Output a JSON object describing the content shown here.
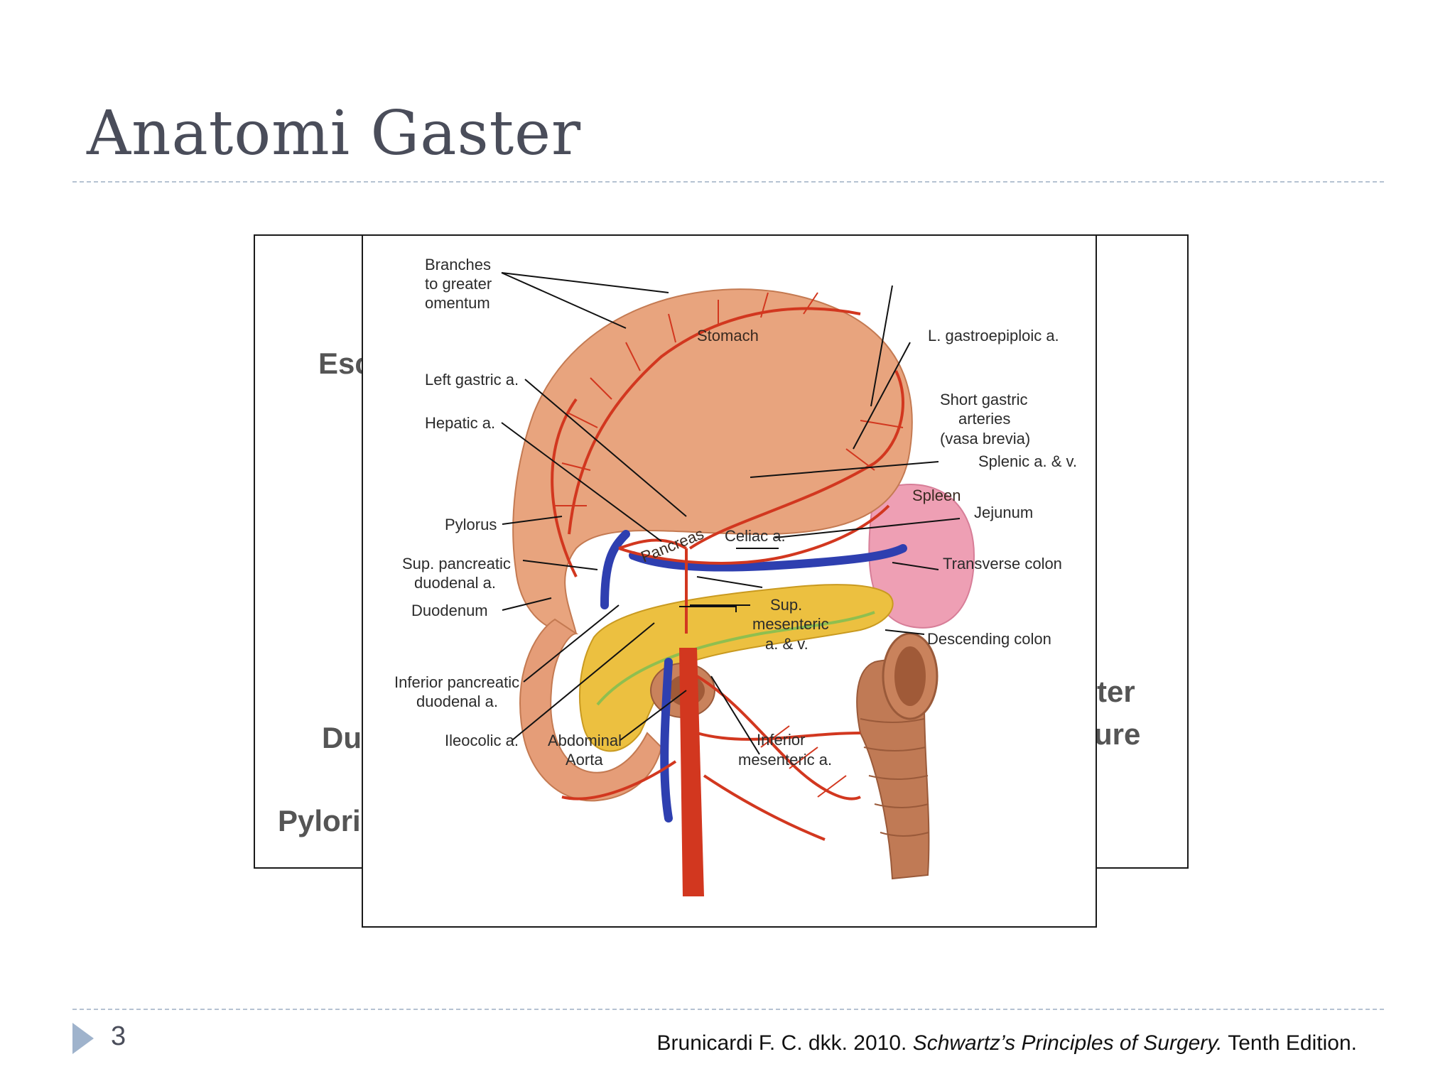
{
  "slide": {
    "title": "Anatomi Gaster",
    "page_number": "3"
  },
  "background_slide_labels": {
    "esophagus_fragment": "Esc",
    "duodenum_fragment": "Du",
    "pyloric_fragment": "Pyloric",
    "greater_fragment": "ter",
    "curvature_fragment": "ure"
  },
  "figure": {
    "organ_labels": {
      "stomach": "Stomach",
      "spleen": "Spleen",
      "pancreas": "Pancreas"
    },
    "callouts": {
      "branches_1": "Branches",
      "branches_2": "to greater",
      "branches_3": "omentum",
      "left_gastric": "Left gastric a.",
      "hepatic": "Hepatic a.",
      "pylorus": "Pylorus",
      "sup_panc_1": "Sup. pancreatic",
      "sup_panc_2": "duodenal a.",
      "duodenum": "Duodenum",
      "inf_panc_1": "Inferior pancreatic",
      "inf_panc_2": "duodenal a.",
      "ileocolic": "Ileocolic a.",
      "aorta_1": "Abdominal",
      "aorta_2": "Aorta",
      "l_gastroepiploic": "L. gastroepiploic a.",
      "short_gastric_1": "Short gastric",
      "short_gastric_2": "arteries",
      "short_gastric_3": "(vasa brevia)",
      "splenic": "Splenic a. & v.",
      "celiac": "Celiac a.",
      "jejunum": "Jejunum",
      "transverse_colon": "Transverse colon",
      "sup_mes_1": "Sup.",
      "sup_mes_2": "mesenteric",
      "sup_mes_3": "a. & v.",
      "descending_colon": "Descending colon",
      "inf_mes_1": "Inferior",
      "inf_mes_2": "mesenteric a."
    }
  },
  "citation": {
    "authors_year": "Brunicardi F. C. dkk. 2010. ",
    "book": "Schwartz’s Principles of Surgery.",
    "edition": " Tenth Edition."
  },
  "colors": {
    "title": "#4a4d5a",
    "rule": "#b5c2d2",
    "artery": "#d2371f",
    "vein": "#2e3fb0",
    "stomach": "#e8a47e",
    "pancreas": "#ecc040",
    "spleen": "#ee9fb4"
  }
}
